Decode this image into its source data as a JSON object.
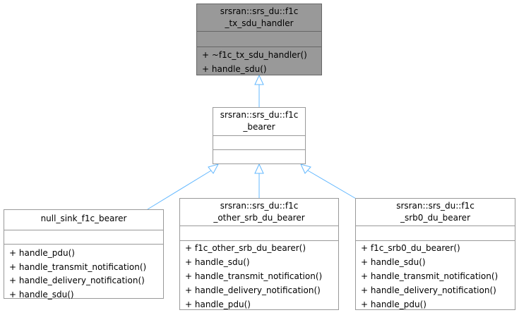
{
  "colors": {
    "edge": "#63b8ff",
    "box_border": "#999999",
    "highlight_fill": "#999999"
  },
  "classes": {
    "tx_handler": {
      "title": [
        "srsran::srs_du::f1c",
        "_tx_sdu_handler"
      ],
      "members": [
        "+ ~f1c_tx_sdu_handler()",
        "+ handle_sdu()"
      ]
    },
    "bearer": {
      "title": [
        "srsran::srs_du::f1c",
        "_bearer"
      ],
      "members": []
    },
    "null_sink": {
      "title": [
        "null_sink_f1c_bearer"
      ],
      "members": [
        "+ handle_pdu()",
        "+ handle_transmit_notification()",
        "+ handle_delivery_notification()",
        "+ handle_sdu()"
      ]
    },
    "other_srb": {
      "title": [
        "srsran::srs_du::f1c",
        "_other_srb_du_bearer"
      ],
      "members": [
        "+ f1c_other_srb_du_bearer()",
        "+ handle_sdu()",
        "+ handle_transmit_notification()",
        "+ handle_delivery_notification()",
        "+ handle_pdu()"
      ]
    },
    "srb0": {
      "title": [
        "srsran::srs_du::f1c",
        "_srb0_du_bearer"
      ],
      "members": [
        "+ f1c_srb0_du_bearer()",
        "+ handle_sdu()",
        "+ handle_transmit_notification()",
        "+ handle_delivery_notification()",
        "+ handle_pdu()"
      ]
    }
  }
}
